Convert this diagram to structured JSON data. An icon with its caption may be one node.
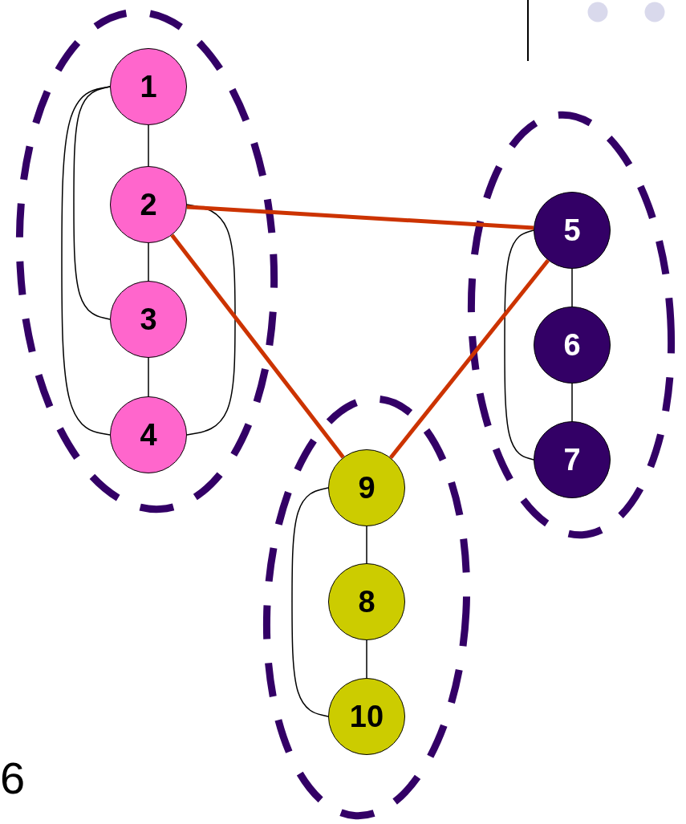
{
  "diagram": {
    "nodes": [
      {
        "text": [],
        "shape": "ellipse"
      },
      {
        "text": [
          "1"
        ],
        "in": 0
      },
      {
        "text": [
          "2"
        ],
        "in": 0
      },
      {
        "text": [
          "3"
        ],
        "in": 0
      },
      {
        "text": [
          "4"
        ],
        "in": 0
      },
      {
        "text": [],
        "shape": "ellipse"
      },
      {
        "text": [
          "5"
        ],
        "in": 5
      },
      {
        "text": [
          "6"
        ],
        "in": 5
      },
      {
        "text": [
          "7"
        ],
        "in": 5
      },
      {
        "text": [],
        "shape": "ellipse"
      },
      {
        "text": [
          "9"
        ],
        "in": 9
      },
      {
        "text": [
          "8"
        ],
        "in": 9
      },
      {
        "text": [
          "10"
        ],
        "in": 9
      }
    ],
    "edges": [
      {
        "from": 1,
        "to": 2,
        "arrow": "none"
      },
      {
        "from": 2,
        "to": 3,
        "arrow": "none"
      },
      {
        "from": 3,
        "to": 4,
        "arrow": "none"
      },
      {
        "from": 1,
        "to": 3,
        "arrow": "none"
      },
      {
        "from": 1,
        "to": 4,
        "arrow": "none"
      },
      {
        "from": 2,
        "to": 4,
        "arrow": "none"
      },
      {
        "from": 6,
        "to": 7,
        "arrow": "none"
      },
      {
        "from": 7,
        "to": 8,
        "arrow": "none"
      },
      {
        "from": 6,
        "to": 8,
        "arrow": "none"
      },
      {
        "from": 10,
        "to": 11,
        "arrow": "none"
      },
      {
        "from": 11,
        "to": 12,
        "arrow": "none"
      },
      {
        "from": 10,
        "to": 12,
        "arrow": "none"
      },
      {
        "from": 2,
        "to": 6,
        "arrow": "none",
        "style": "thick",
        "color": "#cc3300"
      },
      {
        "from": 2,
        "to": 10,
        "arrow": "none",
        "style": "thick",
        "color": "#cc3300"
      },
      {
        "from": 6,
        "to": 10,
        "arrow": "none",
        "style": "thick",
        "color": "#cc3300"
      }
    ],
    "labels": [
      "6"
    ]
  }
}
